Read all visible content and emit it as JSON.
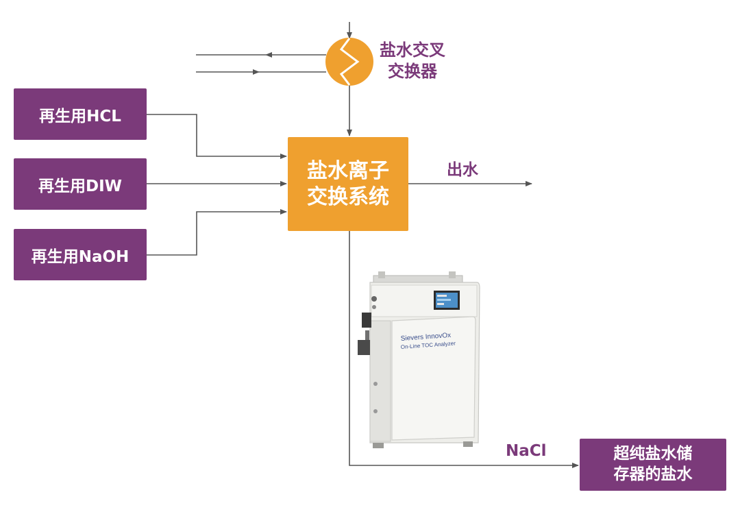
{
  "inputs": {
    "hcl": "再生用HCL",
    "diw": "再生用DIW",
    "naoh": "再生用NaOH"
  },
  "exchanger_label": "盐水交叉\n交换器",
  "system_label": "盐水离子\n交换系统",
  "outlet_label": "出水",
  "nacl_label": "NaCl",
  "storage_label": "超纯盐水储\n存器的盐水",
  "analyzer": {
    "brand": "Sievers InnovOx",
    "subtitle": "On-Line TOC Analyzer"
  },
  "colors": {
    "purple": "#7b3a7a",
    "orange": "#efa02f",
    "line": "#555555"
  }
}
